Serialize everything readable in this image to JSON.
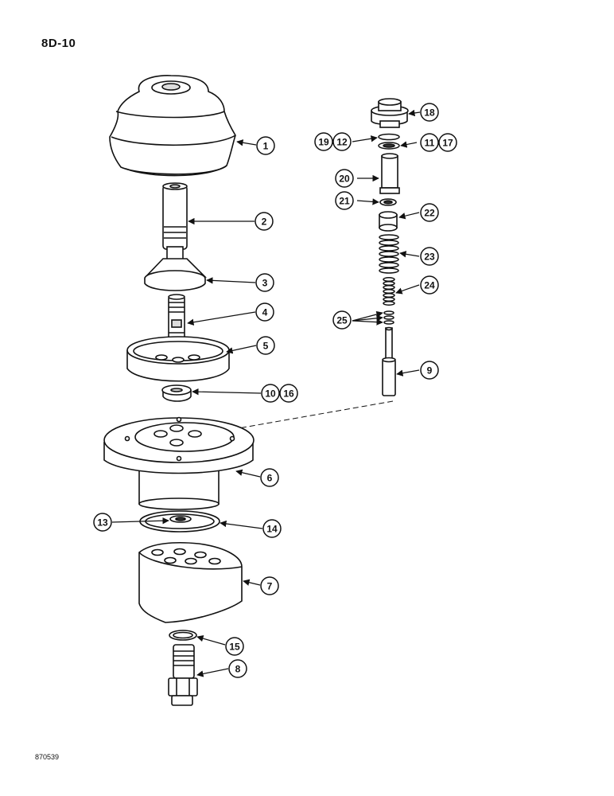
{
  "page": {
    "code": "8D-10",
    "drawing_code": "870539"
  },
  "callouts": {
    "c1": "1",
    "c2": "2",
    "c3": "3",
    "c4": "4",
    "c5": "5",
    "c6": "6",
    "c7": "7",
    "c8": "8",
    "c9": "9",
    "c10": "10",
    "c16": "16",
    "c13": "13",
    "c14": "14",
    "c15": "15",
    "c18": "18",
    "c19": "19",
    "c12": "12",
    "c11": "11",
    "c17": "17",
    "c20": "20",
    "c21": "21",
    "c22": "22",
    "c23": "23",
    "c24": "24",
    "c25": "25"
  }
}
